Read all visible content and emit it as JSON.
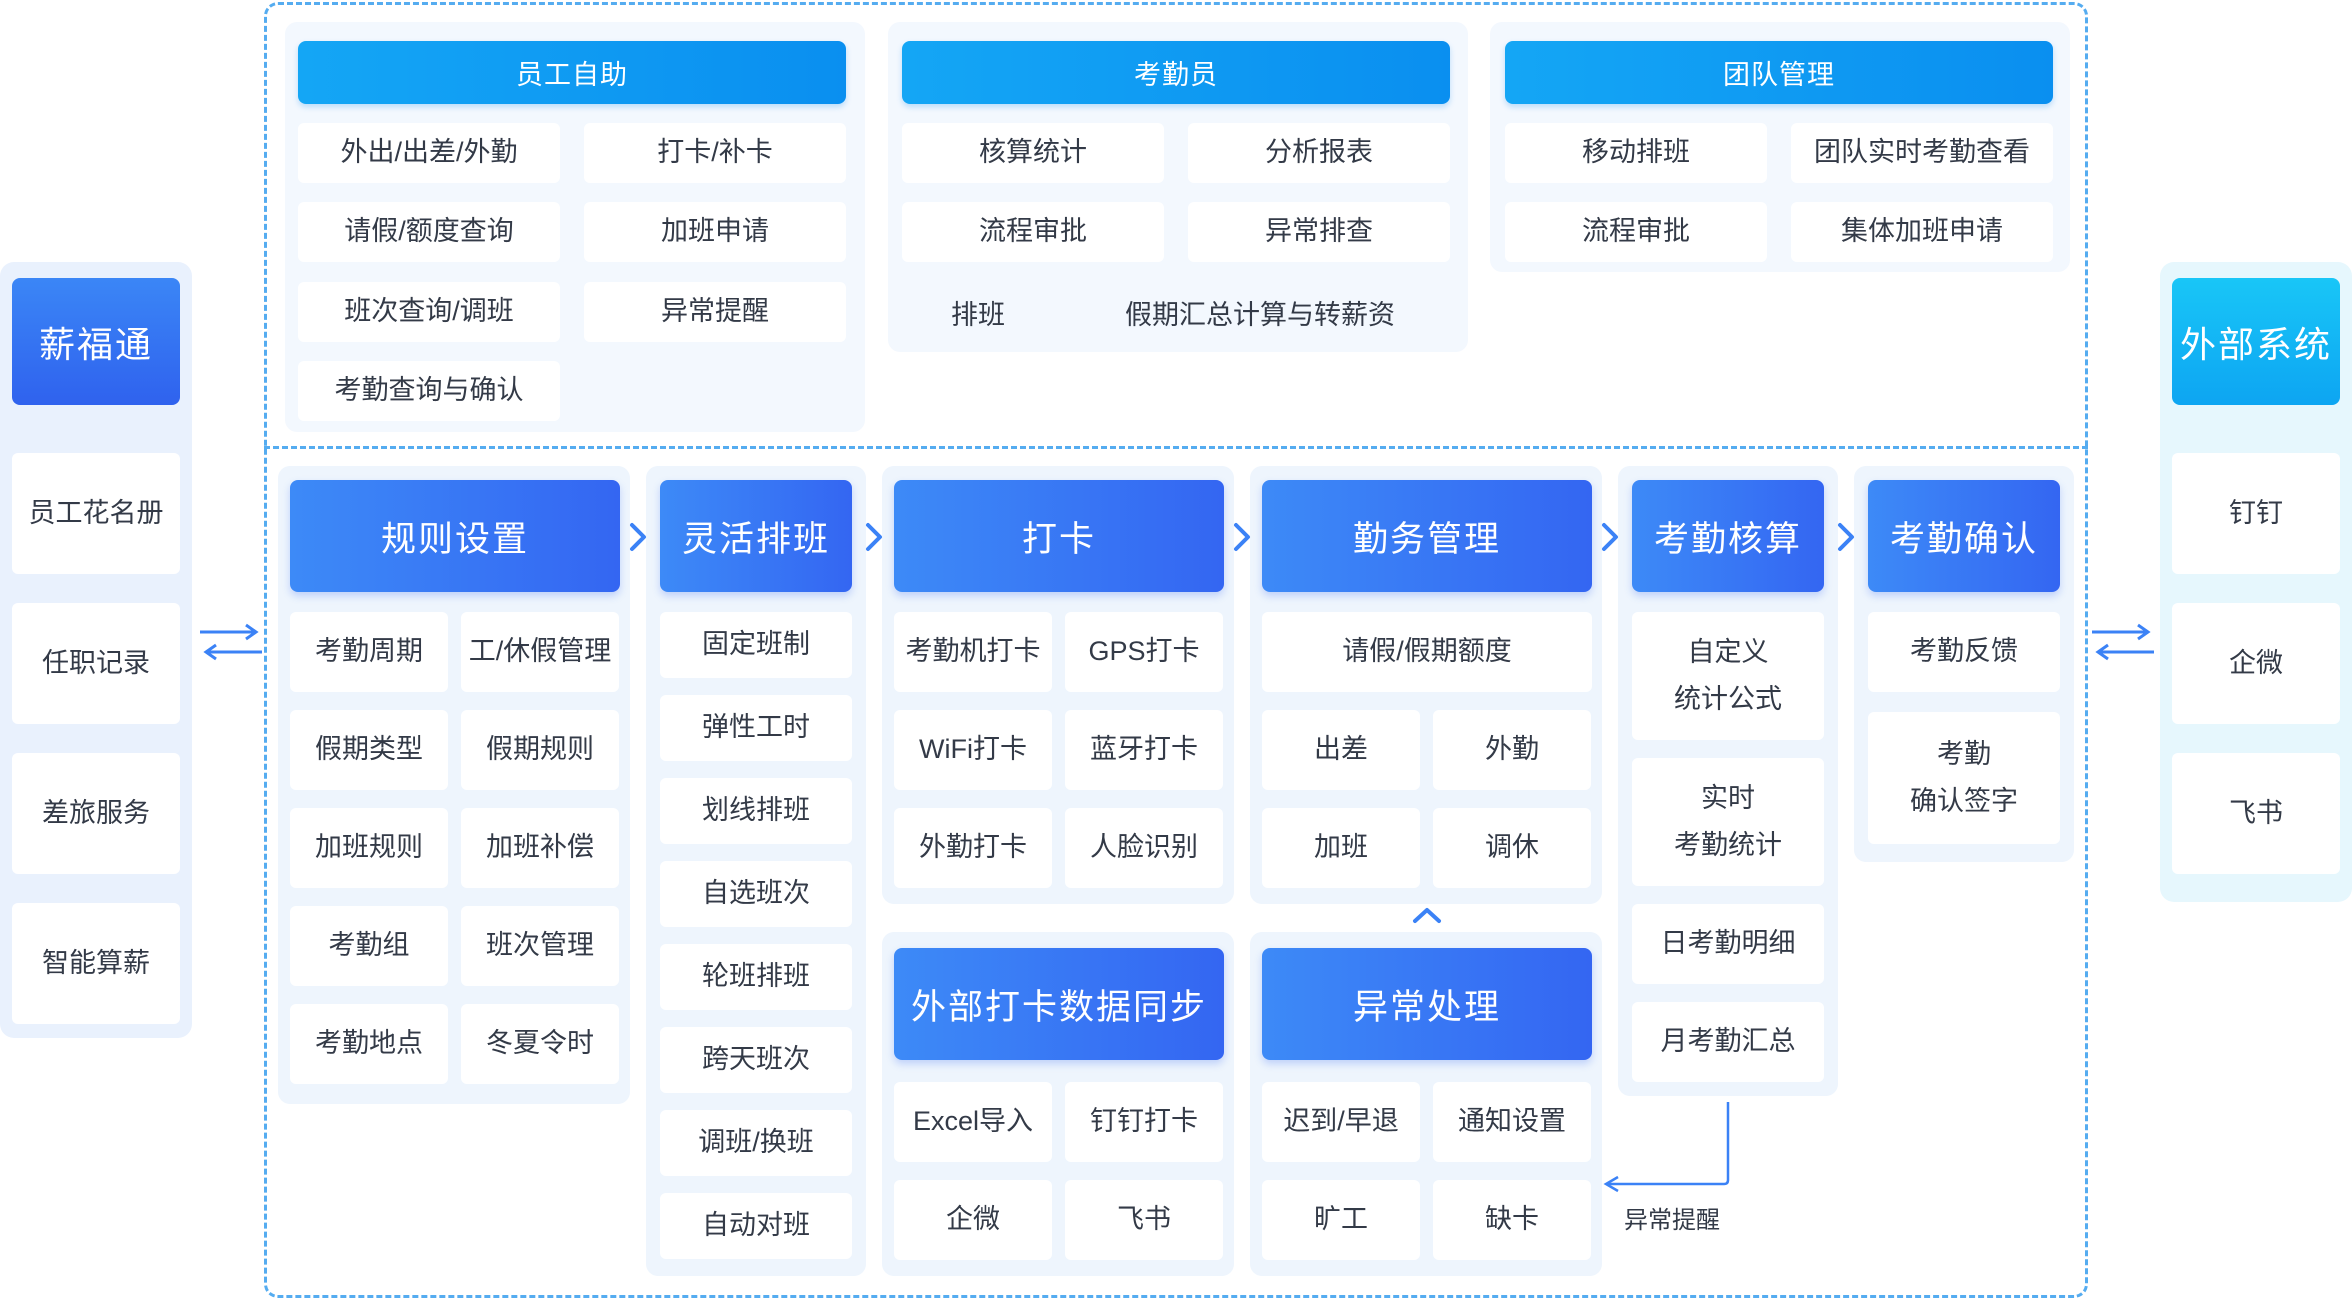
{
  "left_system": {
    "title": "薪福通",
    "items": [
      "员工花名册",
      "任职记录",
      "差旅服务",
      "智能算薪"
    ]
  },
  "right_system": {
    "title": "外部系统",
    "items": [
      "钉钉",
      "企微",
      "飞书"
    ]
  },
  "top": {
    "employee": {
      "title": "员工自助",
      "items": [
        "外出/出差/外勤",
        "打卡/补卡",
        "请假/额度查询",
        "加班申请",
        "班次查询/调班",
        "异常提醒",
        "考勤查询与确认"
      ]
    },
    "attendant": {
      "title": "考勤员",
      "items": [
        "核算统计",
        "分析报表",
        "流程审批",
        "异常排查",
        "排班",
        "假期汇总计算与转薪资"
      ]
    },
    "team": {
      "title": "团队管理",
      "items": [
        "移动排班",
        "团队实时考勤查看",
        "流程审批",
        "集体加班申请"
      ]
    }
  },
  "modules": {
    "rules": {
      "title": "规则设置",
      "items": [
        "考勤周期",
        "工/休假管理",
        "假期类型",
        "假期规则",
        "加班规则",
        "加班补偿",
        "考勤组",
        "班次管理",
        "考勤地点",
        "冬夏令时"
      ]
    },
    "schedule": {
      "title": "灵活排班",
      "items": [
        "固定班制",
        "弹性工时",
        "划线排班",
        "自选班次",
        "轮班排班",
        "跨天班次",
        "调班/换班",
        "自动对班"
      ]
    },
    "punch": {
      "title": "打卡",
      "items": [
        "考勤机打卡",
        "GPS打卡",
        "WiFi打卡",
        "蓝牙打卡",
        "外勤打卡",
        "人脸识别"
      ]
    },
    "sync": {
      "title": "外部打卡数据同步",
      "items": [
        "Excel导入",
        "钉钉打卡",
        "企微",
        "飞书"
      ]
    },
    "duty": {
      "title": "勤务管理",
      "items": [
        "请假/假期额度",
        "出差",
        "外勤",
        "加班",
        "调休"
      ]
    },
    "exception": {
      "title": "异常处理",
      "items": [
        "迟到/早退",
        "通知设置",
        "旷工",
        "缺卡"
      ]
    },
    "calc": {
      "title": "考勤核算",
      "items": [
        "自定义\n统计公式",
        "实时\n考勤统计",
        "日考勤明细",
        "月考勤汇总"
      ]
    },
    "confirm": {
      "title": "考勤确认",
      "items": [
        "考勤反馈",
        "考勤\n确认签字"
      ]
    }
  },
  "annotations": {
    "exception_alert": "异常提醒"
  },
  "colors": {
    "top_header": "#0a8ff0",
    "module_header": "#3466f2",
    "left_header": "#2f62ee",
    "right_header": "#0da5f2",
    "dashed_border": "#55acf0",
    "panel_bg": "#eef5fd",
    "arrow": "#3b82f6"
  }
}
